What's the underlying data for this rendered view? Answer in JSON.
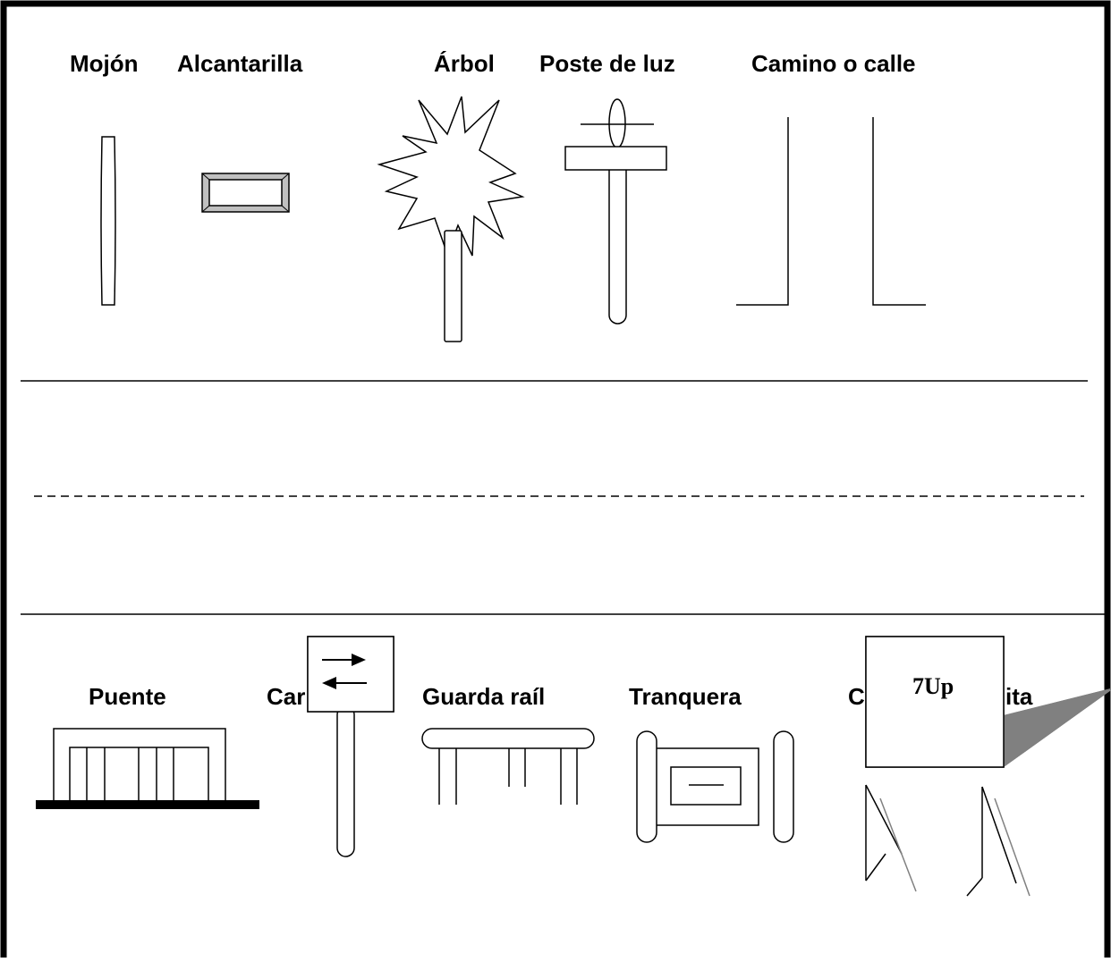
{
  "top_labels": {
    "mojon": "Mojón",
    "alcantarilla": "Alcantarilla",
    "arbol": "Árbol",
    "poste_de_luz": "Poste de luz",
    "camino_o_calle": "Camino o calle"
  },
  "bottom_labels": {
    "puente": "Puente",
    "cartel_partial": "Car",
    "guarda_rail": "Guarda raíl",
    "tranquera": "Tranquera",
    "cartel_publicitario_left": "C",
    "cartel_publicitario_right": "ita"
  },
  "billboard_text": "7Up",
  "colors": {
    "ink": "#000000",
    "shadow": "#808080",
    "frame_bevel": "#c0c0c0",
    "paper": "#ffffff"
  },
  "icons": [
    "boundary-post-icon",
    "culvert-icon",
    "tree-icon",
    "light-pole-icon",
    "road-icon",
    "bridge-icon",
    "traffic-sign-icon",
    "guard-rail-icon",
    "gate-icon",
    "billboard-icon"
  ]
}
